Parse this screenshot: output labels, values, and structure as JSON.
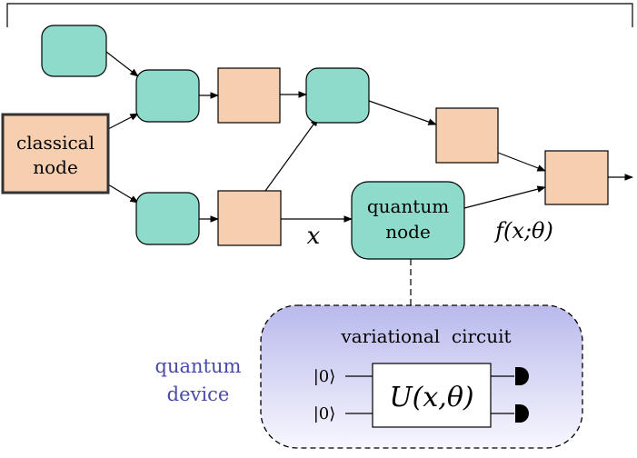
{
  "nodes": {
    "classical": {
      "line1": "classical",
      "line2": "node"
    },
    "quantum": {
      "line1": "quantum",
      "line2": "node"
    }
  },
  "edge_labels": {
    "input": "x",
    "output": "f(x;θ)"
  },
  "device": {
    "label_line1": "quantum",
    "label_line2": "device",
    "circuit_title": "variational  circuit",
    "gate": "U(x,θ)",
    "ket_top": "|0⟩",
    "ket_bottom": "|0⟩"
  },
  "colors": {
    "teal": "#8edbcc",
    "peach": "#f5cfb0",
    "device_fill_top": "#b9b9ec",
    "device_fill_bottom": "#f5f5ff",
    "device_label": "#4a4aa8"
  }
}
